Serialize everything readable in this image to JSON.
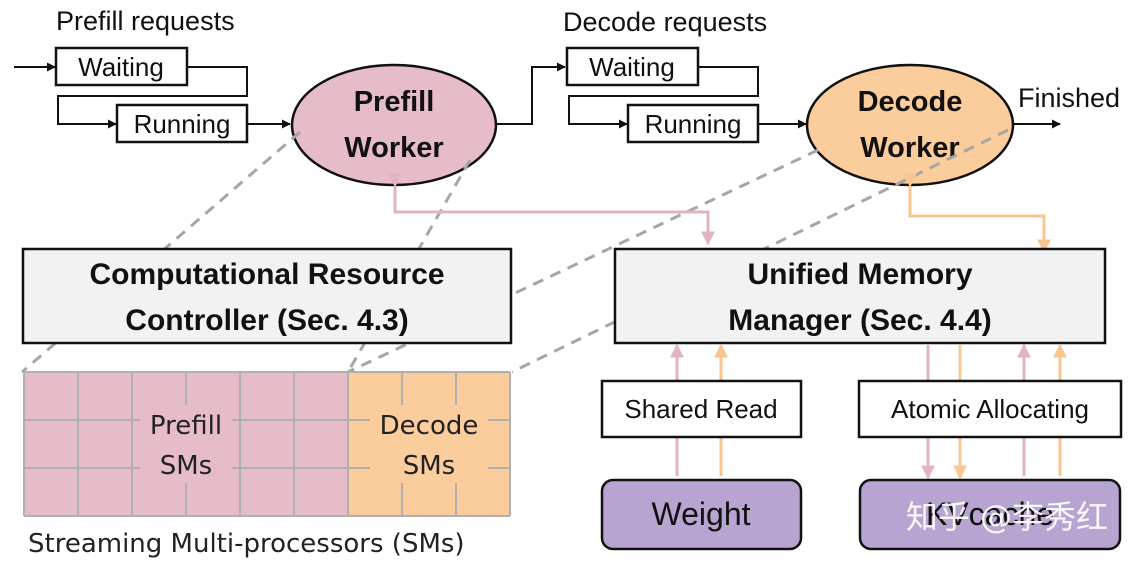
{
  "labels": {
    "prefill_requests": "Prefill requests",
    "decode_requests": "Decode requests",
    "prefill_waiting": "Waiting",
    "prefill_running": "Running",
    "decode_waiting": "Waiting",
    "decode_running": "Running",
    "prefill_worker_line1": "Prefill",
    "prefill_worker_line2": "Worker",
    "decode_worker_line1": "Decode",
    "decode_worker_line2": "Worker",
    "finished": "Finished",
    "crc_line1": "Computational Resource",
    "crc_line2": "Controller (Sec. 4.3)",
    "umm_line1": "Unified Memory",
    "umm_line2": "Manager (Sec. 4.4)",
    "prefill_sms_line1": "Prefill",
    "prefill_sms_line2": "SMs",
    "decode_sms_line1": "Decode",
    "decode_sms_line2": "SMs",
    "streaming": "Streaming Multi-processors (SMs)",
    "shared_read": "Shared Read",
    "atomic_allocating": "Atomic Allocating",
    "weight": "Weight",
    "kvcache": "KVcache",
    "watermark": "知乎 @李秀红"
  },
  "colors": {
    "prefill_fill": "#e6bcc8",
    "decode_fill": "#fbcc9c",
    "memory_fill": "#b8a4d0",
    "controller_fill": "#f2f2f2",
    "pink_arrow": "#e2b4c2",
    "orange_arrow": "#f8c690",
    "dashed_line": "#a6a6a6",
    "grid_line": "#b0b0b0"
  },
  "sm_grid": {
    "prefill_columns": 6,
    "decode_columns": 3,
    "rows": 3
  }
}
